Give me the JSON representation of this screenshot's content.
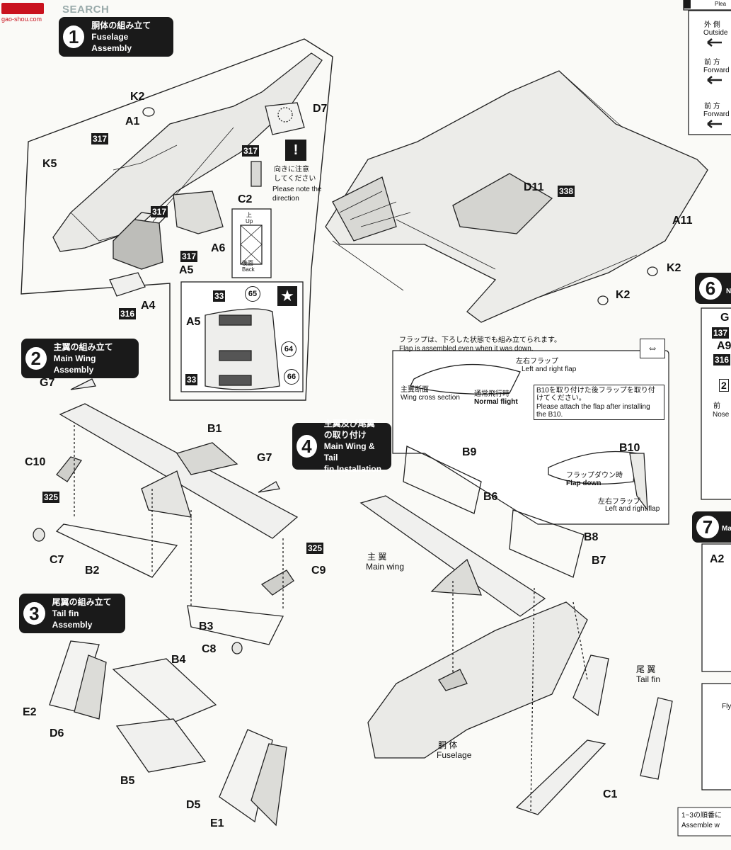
{
  "watermark": {
    "brand": "SEARCH",
    "site": "gao-shou.com"
  },
  "steps": {
    "s1": {
      "num": "1",
      "jp": "胴体の組み立て",
      "en": "Fuselage Assembly"
    },
    "s2": {
      "num": "2",
      "jp": "主翼の組み立て",
      "en": "Main Wing Assembly"
    },
    "s3": {
      "num": "3",
      "jp": "尾翼の組み立て",
      "en": "Tail fin Assembly"
    },
    "s4": {
      "num": "4",
      "jp1": "主翼及び尾翼",
      "jp2": "の取り付け",
      "en1": "Main Wing & Tail",
      "en2": "fin Installation"
    },
    "s6": {
      "num": "6"
    },
    "s7": {
      "num": "7"
    }
  },
  "parts": {
    "k2a": "K2",
    "a1": "A1",
    "k5": "K5",
    "d7": "D7",
    "c2": "C2",
    "a6": "A6",
    "a5": "A5",
    "a4": "A4",
    "d11": "D11",
    "a11": "A11",
    "k2b": "K2",
    "k2c": "K2",
    "a5b": "A5",
    "g7a": "G7",
    "b1": "B1",
    "c10": "C10",
    "g7b": "G7",
    "c7": "C7",
    "b2": "B2",
    "c9": "C9",
    "b3": "B3",
    "c8": "C8",
    "b4": "B4",
    "e2": "E2",
    "d6": "D6",
    "b5": "B5",
    "d5": "D5",
    "e1": "E1",
    "b9": "B9",
    "b6": "B6",
    "b10": "B10",
    "b8": "B8",
    "b7": "B7",
    "c1": "C1",
    "a2": "A2"
  },
  "colors_codes": {
    "c317a": "317",
    "c317b": "317",
    "c317c": "317",
    "c317d": "317",
    "c316": "316",
    "c338": "338",
    "c33a": "33",
    "c33b": "33",
    "c325a": "325",
    "c325b": "325",
    "c65": "65",
    "c64": "64",
    "c66": "66"
  },
  "notes": {
    "direction_jp1": "向きに注意",
    "direction_jp2": "してください",
    "direction_en1": "Please note the",
    "direction_en2": "direction",
    "up_jp": "上",
    "up_en": "Up",
    "back_jp": "後面",
    "back_en": "Back",
    "flap_jp": "フラップは、下ろした状態でも組み立てられます。",
    "flap_en": "Flap is assembled even when it was down.",
    "lr_flap_jp": "左右フラップ",
    "lr_flap_en": "Left and right flap",
    "wing_cs_jp": "主翼断面",
    "wing_cs_en": "Wing cross section",
    "normal_jp": "通常飛行時",
    "normal_en": "Normal flight",
    "b10_jp1": "B10を取り付けた後フラップを取り付",
    "b10_jp2": "けてください。",
    "b10_en1": "Please attach the flap after installing",
    "b10_en2": "the B10.",
    "flapdown_jp": "フラップダウン時",
    "flapdown_en": "Flap down",
    "lr_flap2_jp": "左右フラップ",
    "lr_flap2_en": "Left and right flap",
    "main_wing_jp": "主 翼",
    "main_wing_en": "Main wing",
    "tail_jp": "尾 翼",
    "tail_en": "Tail fin",
    "fuselage_jp": "胴 体",
    "fuselage_en": "Fuselage"
  },
  "legend": {
    "outside_jp": "外 側",
    "outside_en": "Outside",
    "forward_jp": "前 方",
    "forward_en": "Forward",
    "forward2_jp": "前 方",
    "forward2_en": "Forward",
    "plea": "Plea"
  },
  "right_cut": {
    "g": "G",
    "code137": "137",
    "a9": "A9",
    "code316": "316",
    "two": "2",
    "mae": "前",
    "nose": "Nose",
    "n6": "N",
    "ma7": "Ma",
    "fly": "Fly",
    "bottom_jp": "1~3の順番に",
    "bottom_en": "Assemble w"
  }
}
